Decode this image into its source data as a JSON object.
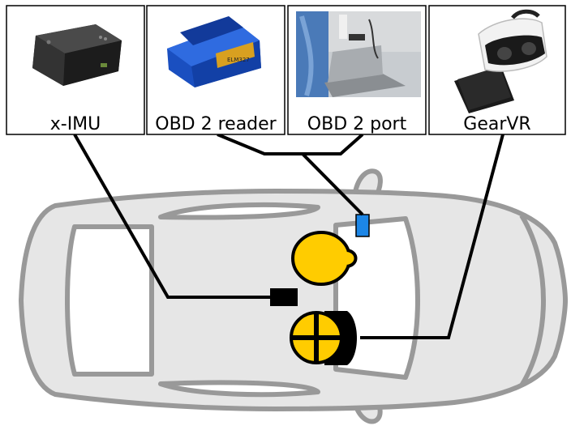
{
  "cards": [
    {
      "id": "ximu",
      "label": "x-IMU",
      "icon": "imu-sensor-icon"
    },
    {
      "id": "obd-reader",
      "label": "OBD 2 reader",
      "icon": "obd-reader-icon"
    },
    {
      "id": "obd-port",
      "label": "OBD 2 port",
      "icon": "obd-port-icon"
    },
    {
      "id": "gearvr",
      "label": "GearVR",
      "icon": "vr-headset-icon"
    }
  ],
  "colors": {
    "car_fill": "#e6e6e6",
    "car_stroke": "#999999",
    "seat": "#ffcc00",
    "imu_box": "#000000",
    "obd_port": "#1c86e6",
    "line": "#000000"
  }
}
